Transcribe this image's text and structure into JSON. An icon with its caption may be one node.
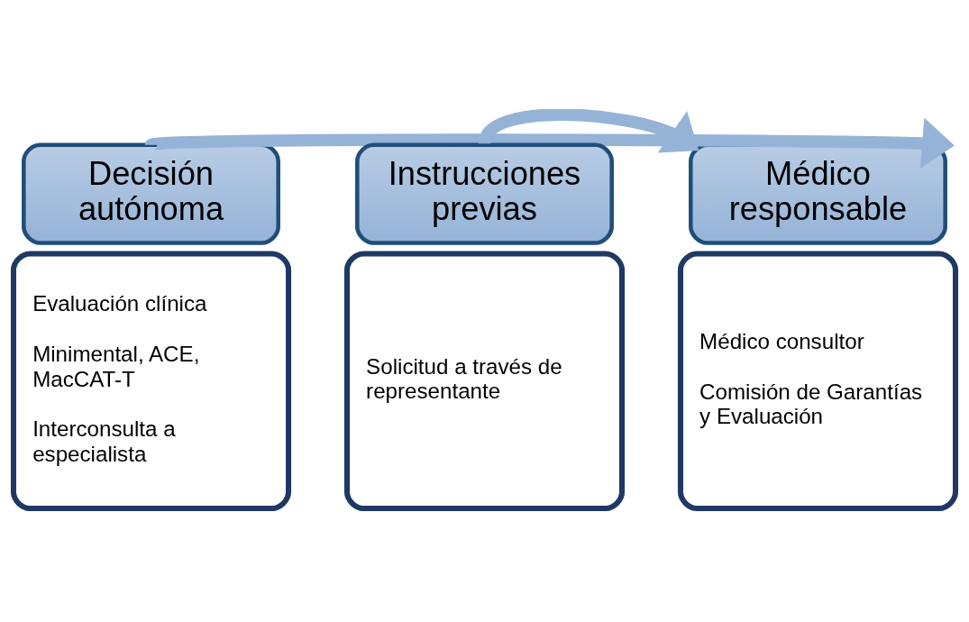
{
  "diagram": {
    "nodes": [
      {
        "text": [
          "Decisión autónoma"
        ]
      },
      {
        "text": [
          "Evaluación clínica",
          "Minimental, ACE, MacCAT-T",
          "Interconsulta a especialista"
        ]
      },
      {
        "text": [
          "Instrucciones previas"
        ]
      },
      {
        "text": [
          "Solicitud a través de representante"
        ]
      },
      {
        "text": [
          "Médico responsable"
        ]
      },
      {
        "text": [
          "Médico consultor",
          "Comisión de Garantías y Evaluación"
        ]
      }
    ],
    "edges": [
      {
        "from": 0,
        "to": 4,
        "arrow": "to"
      },
      {
        "from": 2,
        "to": 4,
        "arrow": "to"
      }
    ]
  }
}
